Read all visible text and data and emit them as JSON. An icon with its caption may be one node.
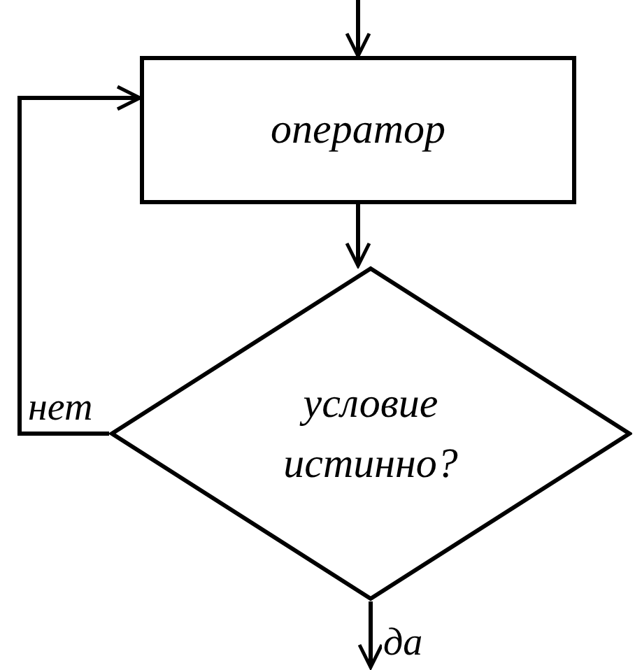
{
  "diagram": {
    "nodes": [
      {
        "text": [
          "оператор"
        ]
      },
      {
        "text": [
          "условие истинно?"
        ]
      }
    ],
    "edges": [
      {
        "from": null,
        "to": 0,
        "arrow": "to"
      },
      {
        "from": 0,
        "to": 1,
        "arrow": "to"
      },
      {
        "from": 1,
        "to": 0,
        "arrow": "to",
        "label": "нет"
      },
      {
        "from": 1,
        "to": null,
        "arrow": "to",
        "label": "да"
      }
    ]
  }
}
